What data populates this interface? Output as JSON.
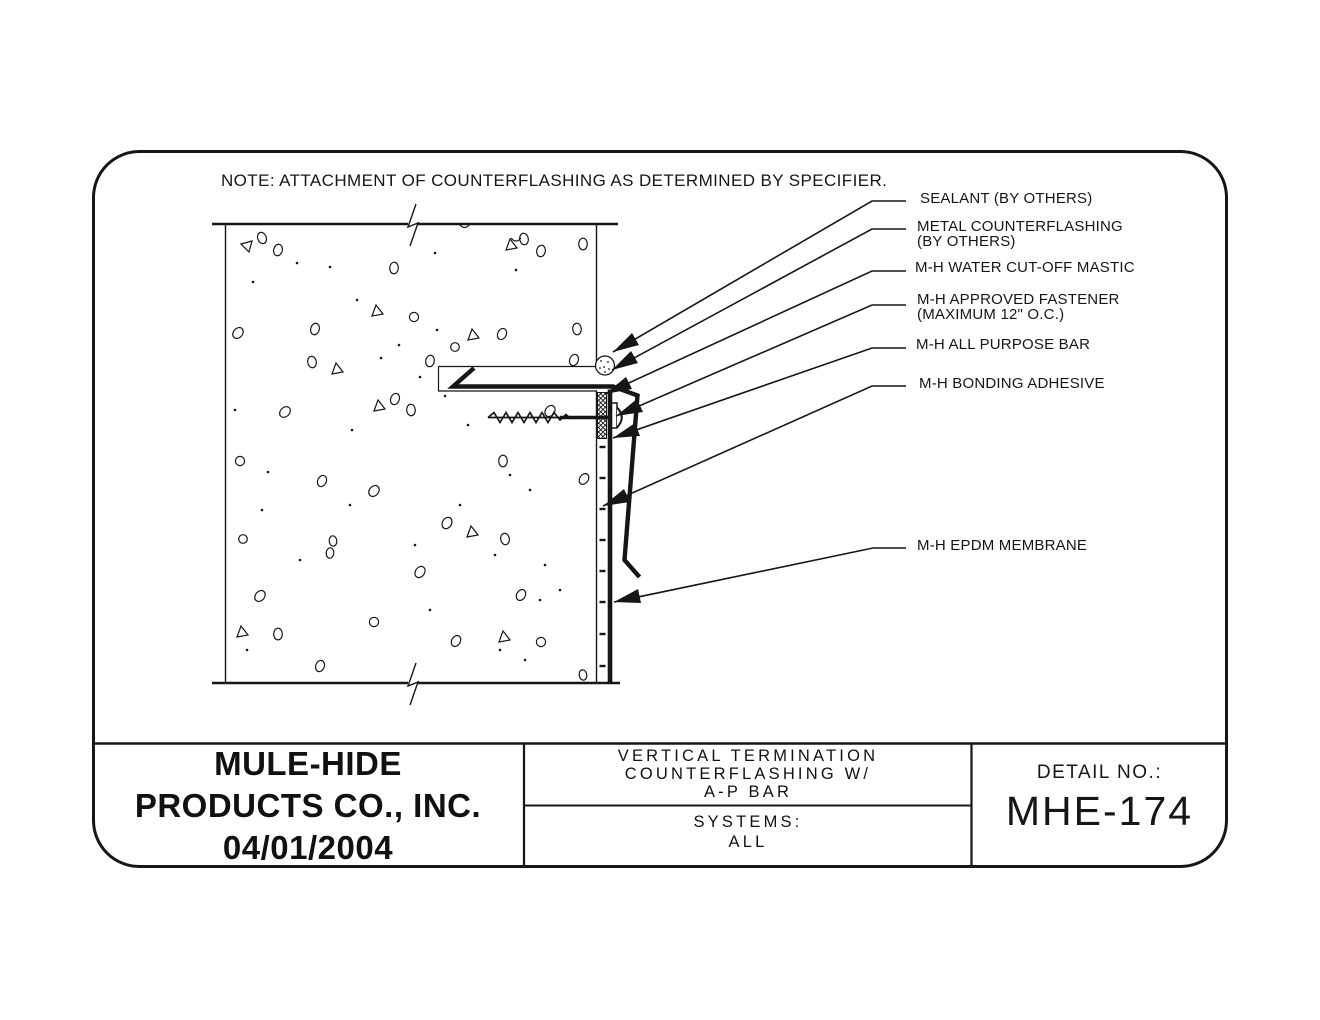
{
  "note": "NOTE: ATTACHMENT OF COUNTERFLASHING AS DETERMINED BY SPECIFIER.",
  "callouts": [
    {
      "name": "sealant",
      "lines": [
        "SEALANT (BY OTHERS)"
      ]
    },
    {
      "name": "metal-counterflashing",
      "lines": [
        "METAL COUNTERFLASHING",
        "(BY OTHERS)"
      ]
    },
    {
      "name": "water-cutoff-mastic",
      "lines": [
        "M-H WATER CUT-OFF MASTIC"
      ]
    },
    {
      "name": "approved-fastener",
      "lines": [
        "M-H APPROVED FASTENER",
        "(MAXIMUM 12\" O.C.)"
      ]
    },
    {
      "name": "all-purpose-bar",
      "lines": [
        "M-H ALL PURPOSE BAR"
      ]
    },
    {
      "name": "bonding-adhesive",
      "lines": [
        "M-H BONDING ADHESIVE"
      ]
    },
    {
      "name": "epdm-membrane",
      "lines": [
        "M-H EPDM MEMBRANE"
      ]
    }
  ],
  "title_block": {
    "company_line1": "MULE-HIDE",
    "company_line2": "PRODUCTS CO., INC.",
    "date": "04/01/2004",
    "detail_title_line1": "VERTICAL TERMINATION",
    "detail_title_line2": "COUNTERFLASHING W/",
    "detail_title_line3": "A-P BAR",
    "systems_label": "SYSTEMS:",
    "systems_value": "ALL",
    "detail_no_label": "DETAIL NO.:",
    "detail_no_value": "MHE-174"
  },
  "colors": {
    "ink": "#161616",
    "paper": "#ffffff"
  }
}
